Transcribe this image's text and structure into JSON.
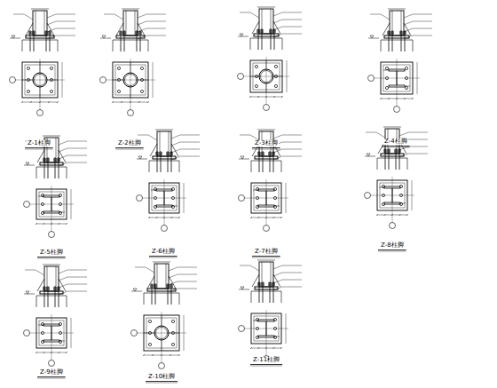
{
  "diagram": {
    "labels": [
      "Z-1柱脚",
      "Z-2柱脚",
      "Z-3柱脚",
      "Z-4柱脚",
      "Z-5柱脚",
      "Z-6柱脚",
      "Z-7柱脚",
      "Z-8柱脚",
      "Z-9柱脚",
      "Z-10柱脚",
      "Z-11柱脚"
    ]
  }
}
